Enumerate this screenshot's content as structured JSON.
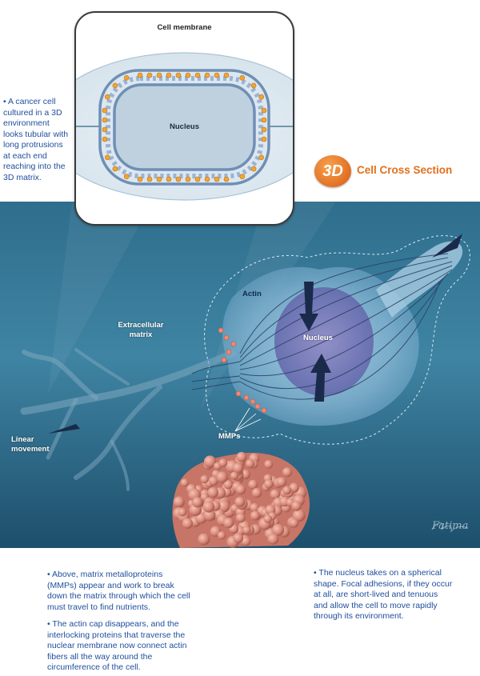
{
  "inset": {
    "title": "Cell membrane",
    "nucleus_label": "Nucleus"
  },
  "intro_text": "• A cancer cell cultured in a 3D environment looks tubular with long protrusions at each end reaching into the 3D matrix.",
  "heading": {
    "badge": "3D",
    "title": "Cell Cross Section"
  },
  "main": {
    "labels": {
      "actin": "Actin",
      "nucleus": "Nucleus",
      "matrix": "Extracellular matrix",
      "linear": "Linear movement",
      "mmps": "MMPs"
    },
    "signature": "Fatima"
  },
  "captions": {
    "left_1": "• Above, matrix metalloproteins (MMPs) appear and work to break down the matrix through which the cell must travel to find nutrients.",
    "left_2": "• The actin cap disappears, and the interlocking proteins that traverse the nuclear membrane now connect actin fibers all the way around the circumference of the cell.",
    "right": "• The nucleus takes on a spherical shape. Focal adhesions, if they occur at all, are short-lived and tenuous and allow the cell to move rapidly through its environment."
  },
  "colors": {
    "text_blue": "#1f4e9c",
    "heading_orange": "#e0701c",
    "scene_bg": "#3a7a97",
    "protein": "#d9897a"
  }
}
